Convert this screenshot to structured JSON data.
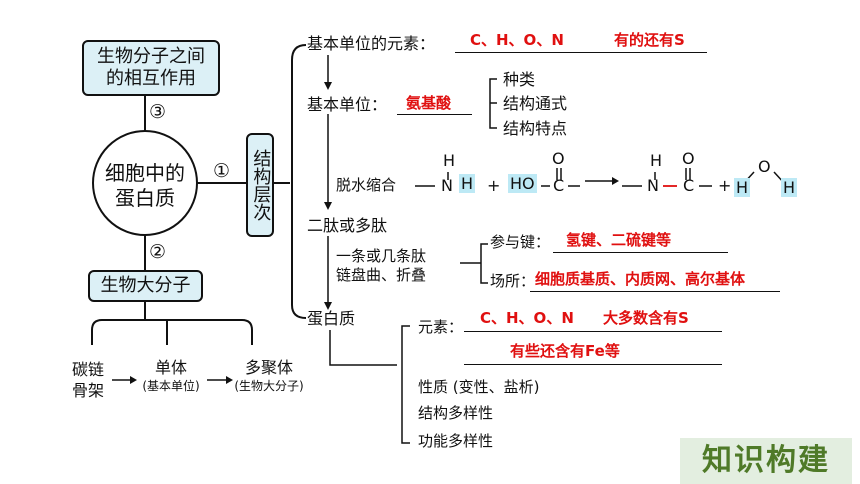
{
  "center": {
    "line1": "细胞中的",
    "line2": "蛋白质"
  },
  "top_box": {
    "line1": "生物分子之间",
    "line2": "的相互作用"
  },
  "bottom_box": {
    "label": "生物大分子"
  },
  "numbers": {
    "n1": "①",
    "n2": "②",
    "n3": "③"
  },
  "structure_box": {
    "label": "结构层次"
  },
  "carbon": {
    "line1": "碳链",
    "line2": "骨架"
  },
  "monomer": {
    "label": "单体",
    "note": "(基本单位)"
  },
  "polymer": {
    "label": "多聚体",
    "note": "(生物大分子)"
  },
  "elements_row": {
    "label": "基本单位的元素：",
    "answer1": "C、H、O、N",
    "answer2": "有的还有S"
  },
  "unit_row": {
    "label": "基本单位：",
    "answer": "氨基酸",
    "items": [
      "种类",
      "结构通式",
      "结构特点"
    ]
  },
  "dehydration": {
    "label": "脱水缩合",
    "left_group": {
      "H_top": "H",
      "N": "N",
      "H_right": "H"
    },
    "plus1": "+",
    "acid": {
      "HO": "HO",
      "C": "C",
      "O_top": "O"
    },
    "arrow": "→",
    "product": {
      "H_top": "H",
      "N": "N",
      "C": "C",
      "O_top": "O"
    },
    "plus2": "+",
    "water": {
      "H_left": "H",
      "O": "O",
      "H_right": "H"
    }
  },
  "peptide": {
    "label": "二肽或多肽",
    "fold1": "一条或几条肽",
    "fold2": "链盘曲、折叠",
    "bond_label": "参与键：",
    "bond_answer": "氢键、二硫键等",
    "site_label": "场所：",
    "site_answer": "细胞质基质、内质网、高尔基体"
  },
  "protein": {
    "label": "蛋白质",
    "elem_label": "元素：",
    "elem_answer1": "C、H、O、N",
    "elem_answer2": "大多数含有S",
    "elem_answer3": "有些还含有Fe等",
    "property": "性质 (变性、盐析)",
    "structure_div": "结构多样性",
    "function_div": "功能多样性"
  },
  "badge": {
    "label": "知识构建"
  },
  "colors": {
    "box_fill": "#dcf0f6",
    "answer_red": "#e01010",
    "badge_fill": "#e3eee0",
    "badge_text": "#4f7a28"
  }
}
